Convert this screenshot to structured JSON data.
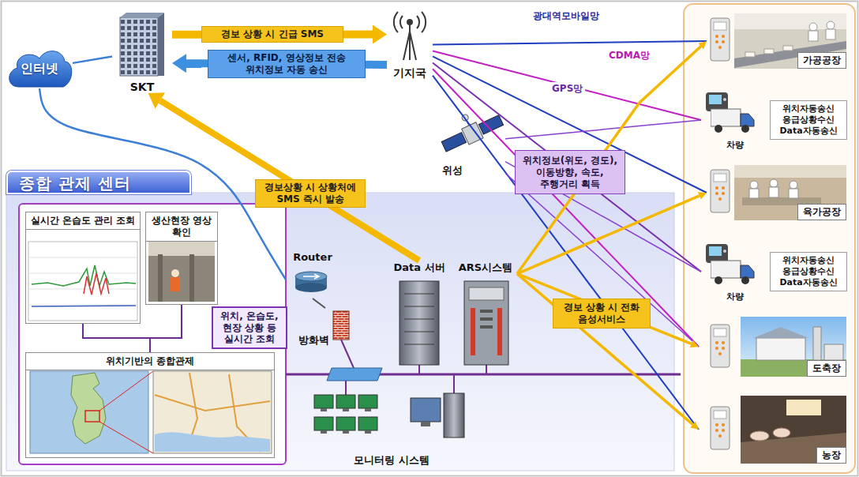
{
  "diagram": {
    "nodes": [
      {
        "text": [
          "인터넷"
        ]
      },
      {
        "text": [
          "SKT"
        ]
      },
      {
        "text": [
          "기지국"
        ]
      },
      {
        "text": [
          "위성"
        ]
      },
      {
        "text": [
          "위치정보(위도, 경도), 이동방향, 속도, 주행거리 획득"
        ]
      },
      {
        "text": [
          "가공공장"
        ]
      },
      {
        "text": [
          "위치자동송신 응급상황수신 Data자동송신",
          "차량"
        ]
      },
      {
        "text": [
          "육가공장"
        ]
      },
      {
        "text": [
          "위치자동송신 응급상황수신 Data자동송신",
          "차량"
        ]
      },
      {
        "text": [
          "도축장"
        ]
      },
      {
        "text": [
          "농장"
        ]
      },
      {
        "text": [
          "종합 관제 센터"
        ]
      },
      {
        "text": [
          "실시간 온습도 관리 조회"
        ],
        "in": 11
      },
      {
        "text": [
          "생산현장 영상 확인"
        ],
        "in": 11
      },
      {
        "text": [
          "위치, 온습도, 현장 상황 등 실시간 조회"
        ],
        "in": 11
      },
      {
        "text": [
          "위치기반의 종합관제"
        ],
        "in": 11
      },
      {
        "text": [
          "Router"
        ],
        "in": 11
      },
      {
        "text": [
          "방화벽"
        ],
        "in": 11
      },
      {
        "text": [
          "Data 서버"
        ],
        "in": 11
      },
      {
        "text": [
          "ARS시스템"
        ],
        "in": 11
      },
      {
        "text": [
          "모니터링 시스템"
        ],
        "in": 11
      }
    ],
    "edges": [
      {
        "from": 1,
        "to": 2,
        "label": "경보 상황 시 긴급 SMS",
        "arrow": "to"
      },
      {
        "from": 2,
        "to": 1,
        "label": "센서, RFID, 영상정보 전송 위치정보 자동 송신",
        "arrow": "to"
      },
      {
        "from": 0,
        "to": 1,
        "arrow": "none"
      },
      {
        "from": 0,
        "to": 16,
        "arrow": "none"
      },
      {
        "from": 18,
        "to": 1,
        "label": "경보상황 시 상황처에 SMS 즉시 발송",
        "arrow": "to"
      },
      {
        "from": 2,
        "to": 5,
        "arrow": "none"
      },
      {
        "from": 2,
        "to": 6,
        "arrow": "none"
      },
      {
        "from": 2,
        "to": 7,
        "arrow": "none"
      },
      {
        "from": 2,
        "to": 8,
        "arrow": "none"
      },
      {
        "from": 2,
        "to": 9,
        "arrow": "none"
      },
      {
        "from": 2,
        "to": 10,
        "arrow": "none"
      },
      {
        "from": 3,
        "to": 6,
        "arrow": "none"
      },
      {
        "from": 3,
        "to": 8,
        "arrow": "none"
      },
      {
        "from": 3,
        "to": 9,
        "arrow": "none"
      },
      {
        "from": 19,
        "to": 5,
        "arrow": "to"
      },
      {
        "from": 19,
        "to": 7,
        "arrow": "to"
      },
      {
        "from": 19,
        "to": 9,
        "arrow": "to"
      },
      {
        "from": 19,
        "to": 10,
        "arrow": "to"
      },
      {
        "from": 16,
        "to": 17,
        "arrow": "none"
      },
      {
        "from": 12,
        "to": 15,
        "arrow": "none"
      },
      {
        "from": 13,
        "to": 15,
        "arrow": "none"
      }
    ],
    "labels": [
      "광대역모바일망",
      "CDMA망",
      "GPS망",
      "경보 상황 시 전화 음성서비스"
    ]
  }
}
